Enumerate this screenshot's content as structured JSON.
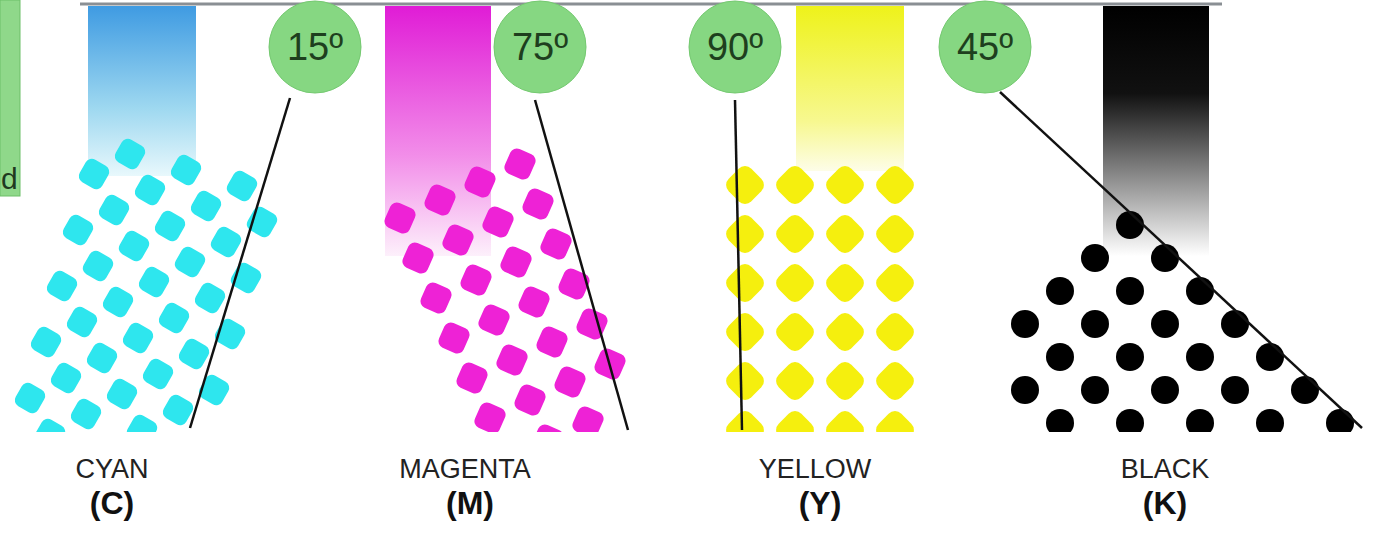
{
  "diagram": {
    "nodes": [
      {
        "text": [
          "15º"
        ]
      },
      {
        "text": [
          "75º"
        ]
      },
      {
        "text": [
          "90º"
        ]
      },
      {
        "text": [
          "45º"
        ]
      }
    ],
    "labels": [
      "d",
      "CYAN",
      "(C)",
      "MAGENTA",
      "(M)",
      "YELLOW",
      "(Y)",
      "BLACK",
      "(K)"
    ]
  }
}
